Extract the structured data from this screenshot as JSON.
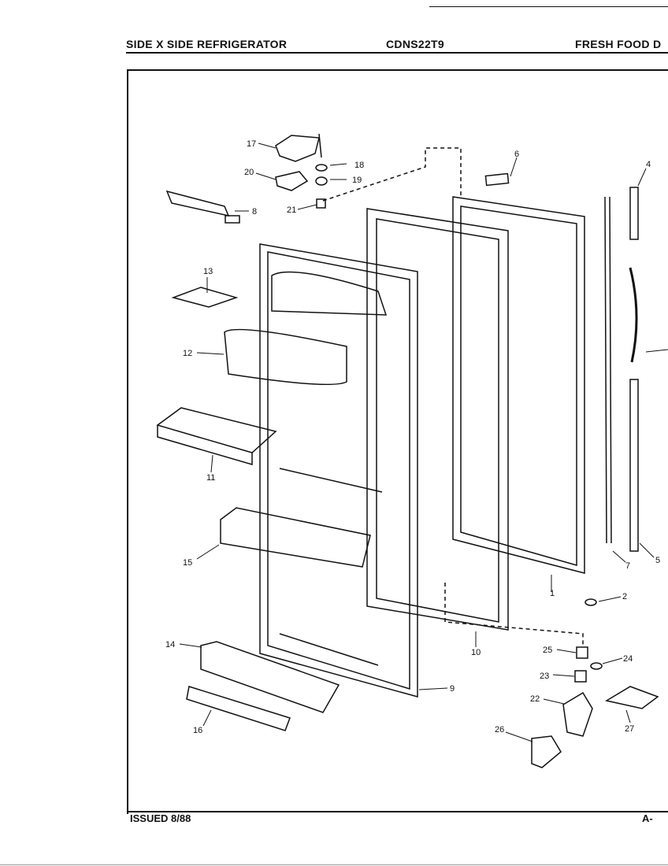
{
  "header": {
    "left": "SIDE X SIDE REFRIGERATOR",
    "center": "CDNS22T9",
    "right": "FRESH FOOD D"
  },
  "footer": {
    "issued": "ISSUED 8/88",
    "page": "A-"
  },
  "callouts": [
    "17",
    "18",
    "20",
    "19",
    "21",
    "8",
    "6",
    "4",
    "13",
    "12",
    "11",
    "15",
    "14",
    "16",
    "9",
    "10",
    "1",
    "2",
    "7",
    "5",
    "25",
    "24",
    "23",
    "22",
    "27",
    "26"
  ]
}
